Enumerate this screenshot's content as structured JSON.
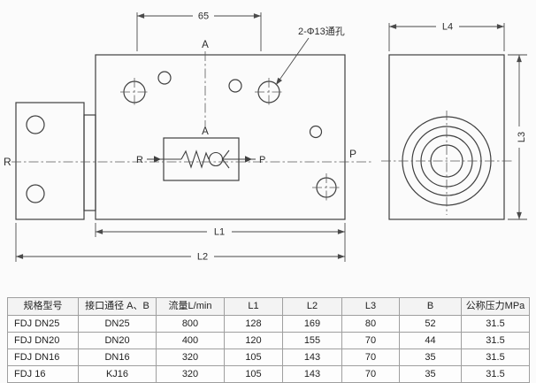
{
  "drawing": {
    "dim_top": "65",
    "holes_note": "2-Φ13通孔",
    "section_label": "A",
    "port_left": "R",
    "port_right": "P",
    "dim_l1": "L1",
    "dim_l2": "L2",
    "dim_l3": "L3",
    "dim_l4": "L4"
  },
  "table": {
    "headers": [
      "规格型号",
      "接口通径 A、B",
      "流量L/min",
      "L1",
      "L2",
      "L3",
      "B",
      "公称压力MPa"
    ],
    "rows": [
      [
        "FDJ DN25",
        "DN25",
        "800",
        "128",
        "169",
        "80",
        "52",
        "31.5"
      ],
      [
        "FDJ DN20",
        "DN20",
        "400",
        "120",
        "155",
        "70",
        "44",
        "31.5"
      ],
      [
        "FDJ DN16",
        "DN16",
        "320",
        "105",
        "143",
        "70",
        "35",
        "31.5"
      ],
      [
        "FDJ 16",
        "KJ16",
        "320",
        "105",
        "143",
        "70",
        "35",
        "31.5"
      ]
    ]
  },
  "colors": {
    "line": "#3f3f3f",
    "dim_line": "#4a4a4a",
    "centerline": "#5a5a5a",
    "table_border": "#9f9f9f",
    "background": "#fbfbfb"
  }
}
